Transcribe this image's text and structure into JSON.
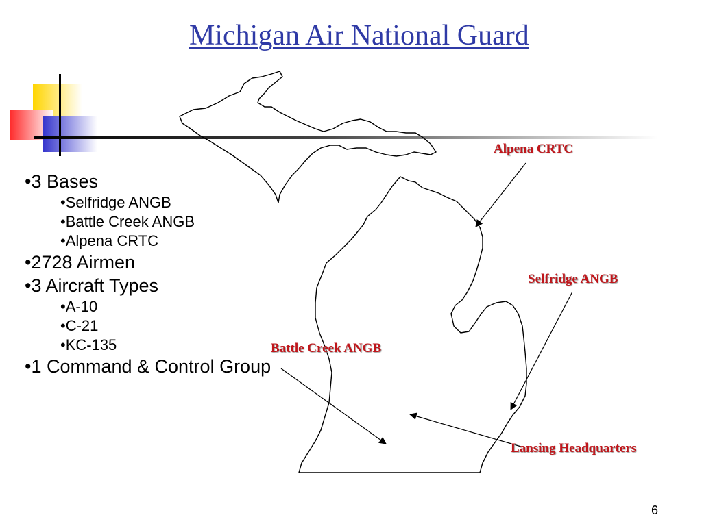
{
  "slide": {
    "title": "Michigan Air National Guard",
    "number": "6"
  },
  "colors": {
    "title": "#2f3aa6",
    "label": "#c0161b",
    "decor_yellow": "#ffd500",
    "decor_red": "#ff2a2a",
    "decor_blue": "#3333cc"
  },
  "bullets": [
    {
      "level": 1,
      "text": "3 Bases"
    },
    {
      "level": 2,
      "text": "Selfridge ANGB"
    },
    {
      "level": 2,
      "text": "Battle Creek ANGB"
    },
    {
      "level": 2,
      "text": "Alpena CRTC"
    },
    {
      "level": 1,
      "text": "2728 Airmen"
    },
    {
      "level": 1,
      "text": "3 Aircraft Types"
    },
    {
      "level": 2,
      "text": "A-10"
    },
    {
      "level": 2,
      "text": "C-21"
    },
    {
      "level": 2,
      "text": "KC-135"
    },
    {
      "level": 1,
      "text": "1 Command & Control Group"
    }
  ],
  "map_labels": {
    "alpena": "Alpena CRTC",
    "selfridge": "Selfridge ANGB",
    "battle_creek": "Battle Creek ANGB",
    "lansing": "Lansing Headquarters"
  }
}
